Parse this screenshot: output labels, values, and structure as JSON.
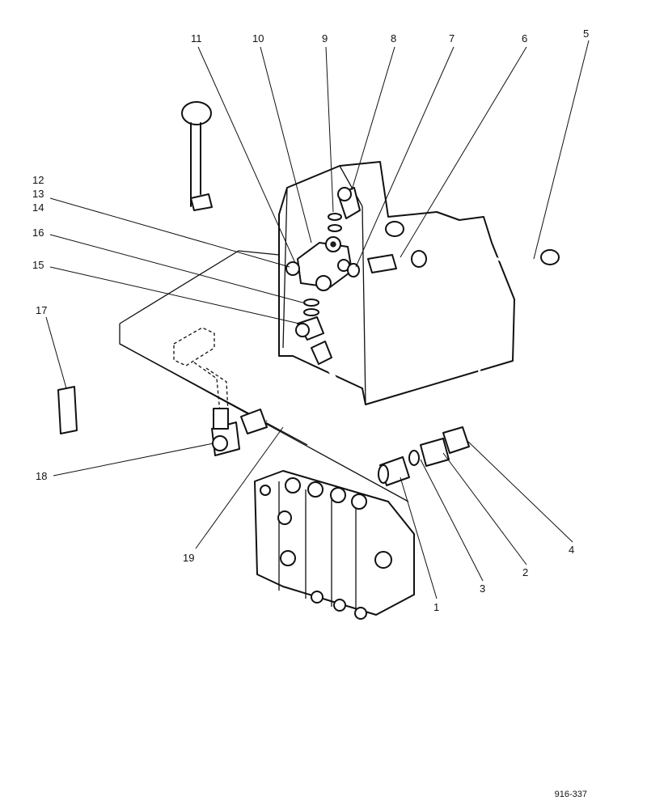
{
  "diagram": {
    "drawing_number": "916-337",
    "callouts": [
      {
        "id": "1",
        "label": "1"
      },
      {
        "id": "2",
        "label": "2"
      },
      {
        "id": "3",
        "label": "3"
      },
      {
        "id": "4",
        "label": "4"
      },
      {
        "id": "5",
        "label": "5"
      },
      {
        "id": "6",
        "label": "6"
      },
      {
        "id": "7",
        "label": "7"
      },
      {
        "id": "8",
        "label": "8"
      },
      {
        "id": "9",
        "label": "9"
      },
      {
        "id": "10",
        "label": "10"
      },
      {
        "id": "11",
        "label": "11"
      },
      {
        "id": "12",
        "label": "12"
      },
      {
        "id": "13",
        "label": "13"
      },
      {
        "id": "14",
        "label": "14"
      },
      {
        "id": "15",
        "label": "15"
      },
      {
        "id": "16",
        "label": "16"
      },
      {
        "id": "17",
        "label": "17"
      },
      {
        "id": "18",
        "label": "18"
      },
      {
        "id": "19",
        "label": "19"
      }
    ]
  }
}
